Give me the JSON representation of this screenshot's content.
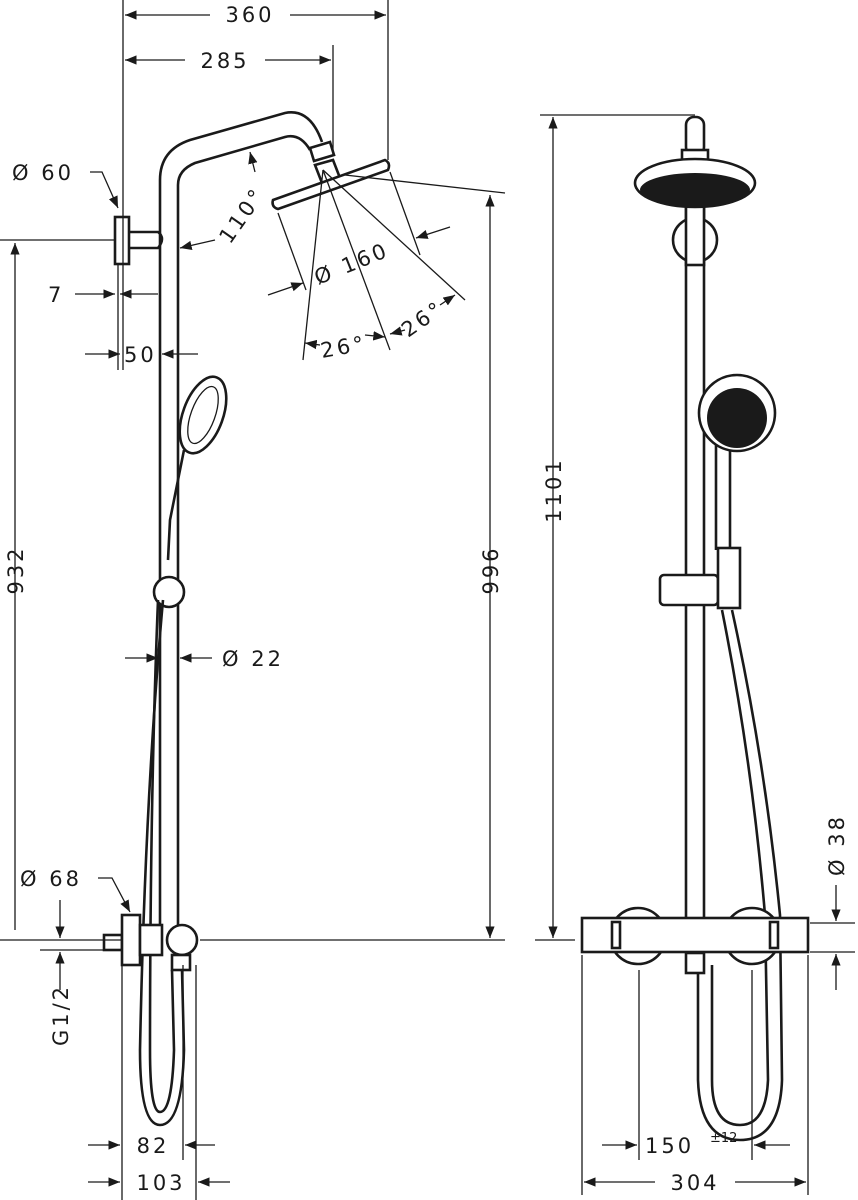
{
  "drawing": {
    "side_view": {
      "dimensions": {
        "width_to_head_outer": "360",
        "width_to_head_center": "285",
        "bracket_diameter": "Ø 60",
        "bracket_offset": "7",
        "wall_to_pipe": "50",
        "arm_angle": "110°",
        "head_diameter": "Ø 160",
        "spray_angle_left": "26°",
        "spray_angle_right": "26°",
        "pipe_diameter": "Ø 22",
        "bracket_height": "932",
        "head_height": "996",
        "mixer_diameter": "Ø 68",
        "connection": "G1/2",
        "depth_inner": "82",
        "depth_outer": "103"
      }
    },
    "front_view": {
      "dimensions": {
        "total_height": "1101",
        "mixer_height": "Ø 38",
        "connection_spacing": "150",
        "connection_tolerance": "±12",
        "mixer_width": "304"
      }
    }
  }
}
